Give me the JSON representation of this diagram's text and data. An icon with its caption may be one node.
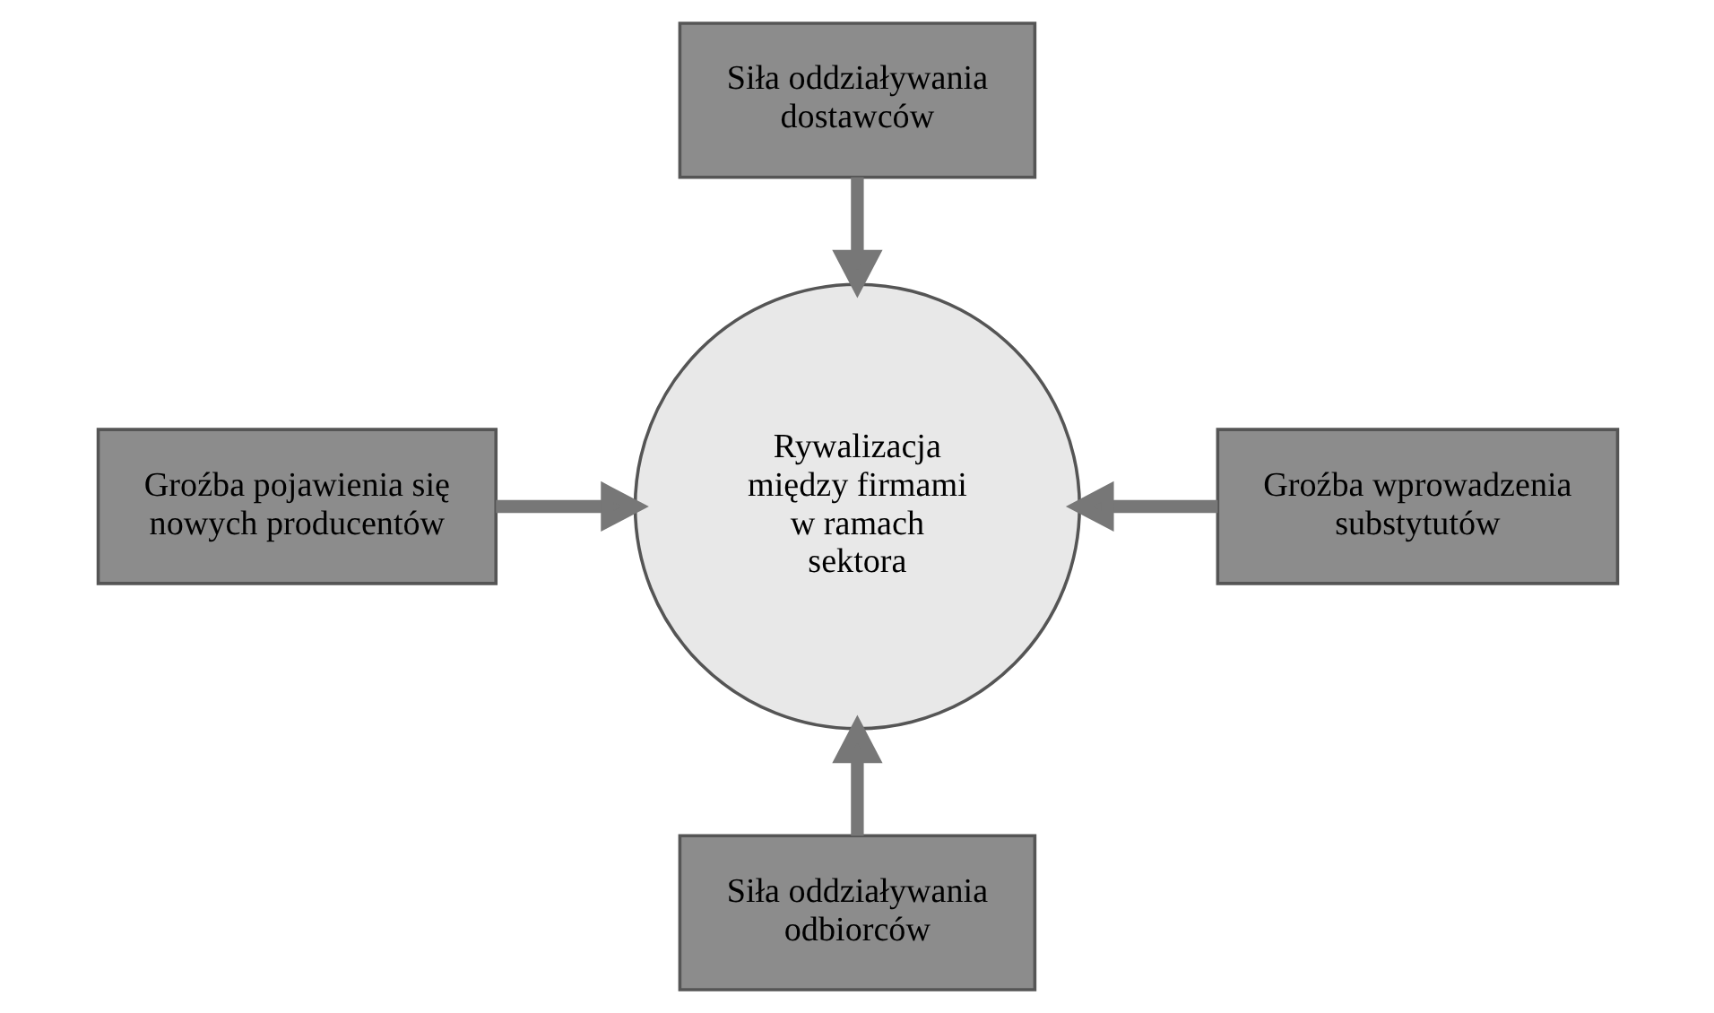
{
  "diagram": {
    "nodes": [
      {
        "text": [
          "Siła oddziaływania dostawców"
        ]
      },
      {
        "text": [
          "Groźba pojawienia się nowych producentów"
        ]
      },
      {
        "text": [
          "Rywalizacja między firmami w ramach sektora"
        ]
      },
      {
        "text": [
          "Groźba wprowadzenia substytutów"
        ]
      },
      {
        "text": [
          "Siła oddziaływania odbiorców"
        ]
      }
    ],
    "edges": [
      {
        "from": 0,
        "to": 2,
        "arrow": "to"
      },
      {
        "from": 1,
        "to": 2,
        "arrow": "to"
      },
      {
        "from": 3,
        "to": 2,
        "arrow": "to"
      },
      {
        "from": 4,
        "to": 2,
        "arrow": "to"
      }
    ]
  }
}
